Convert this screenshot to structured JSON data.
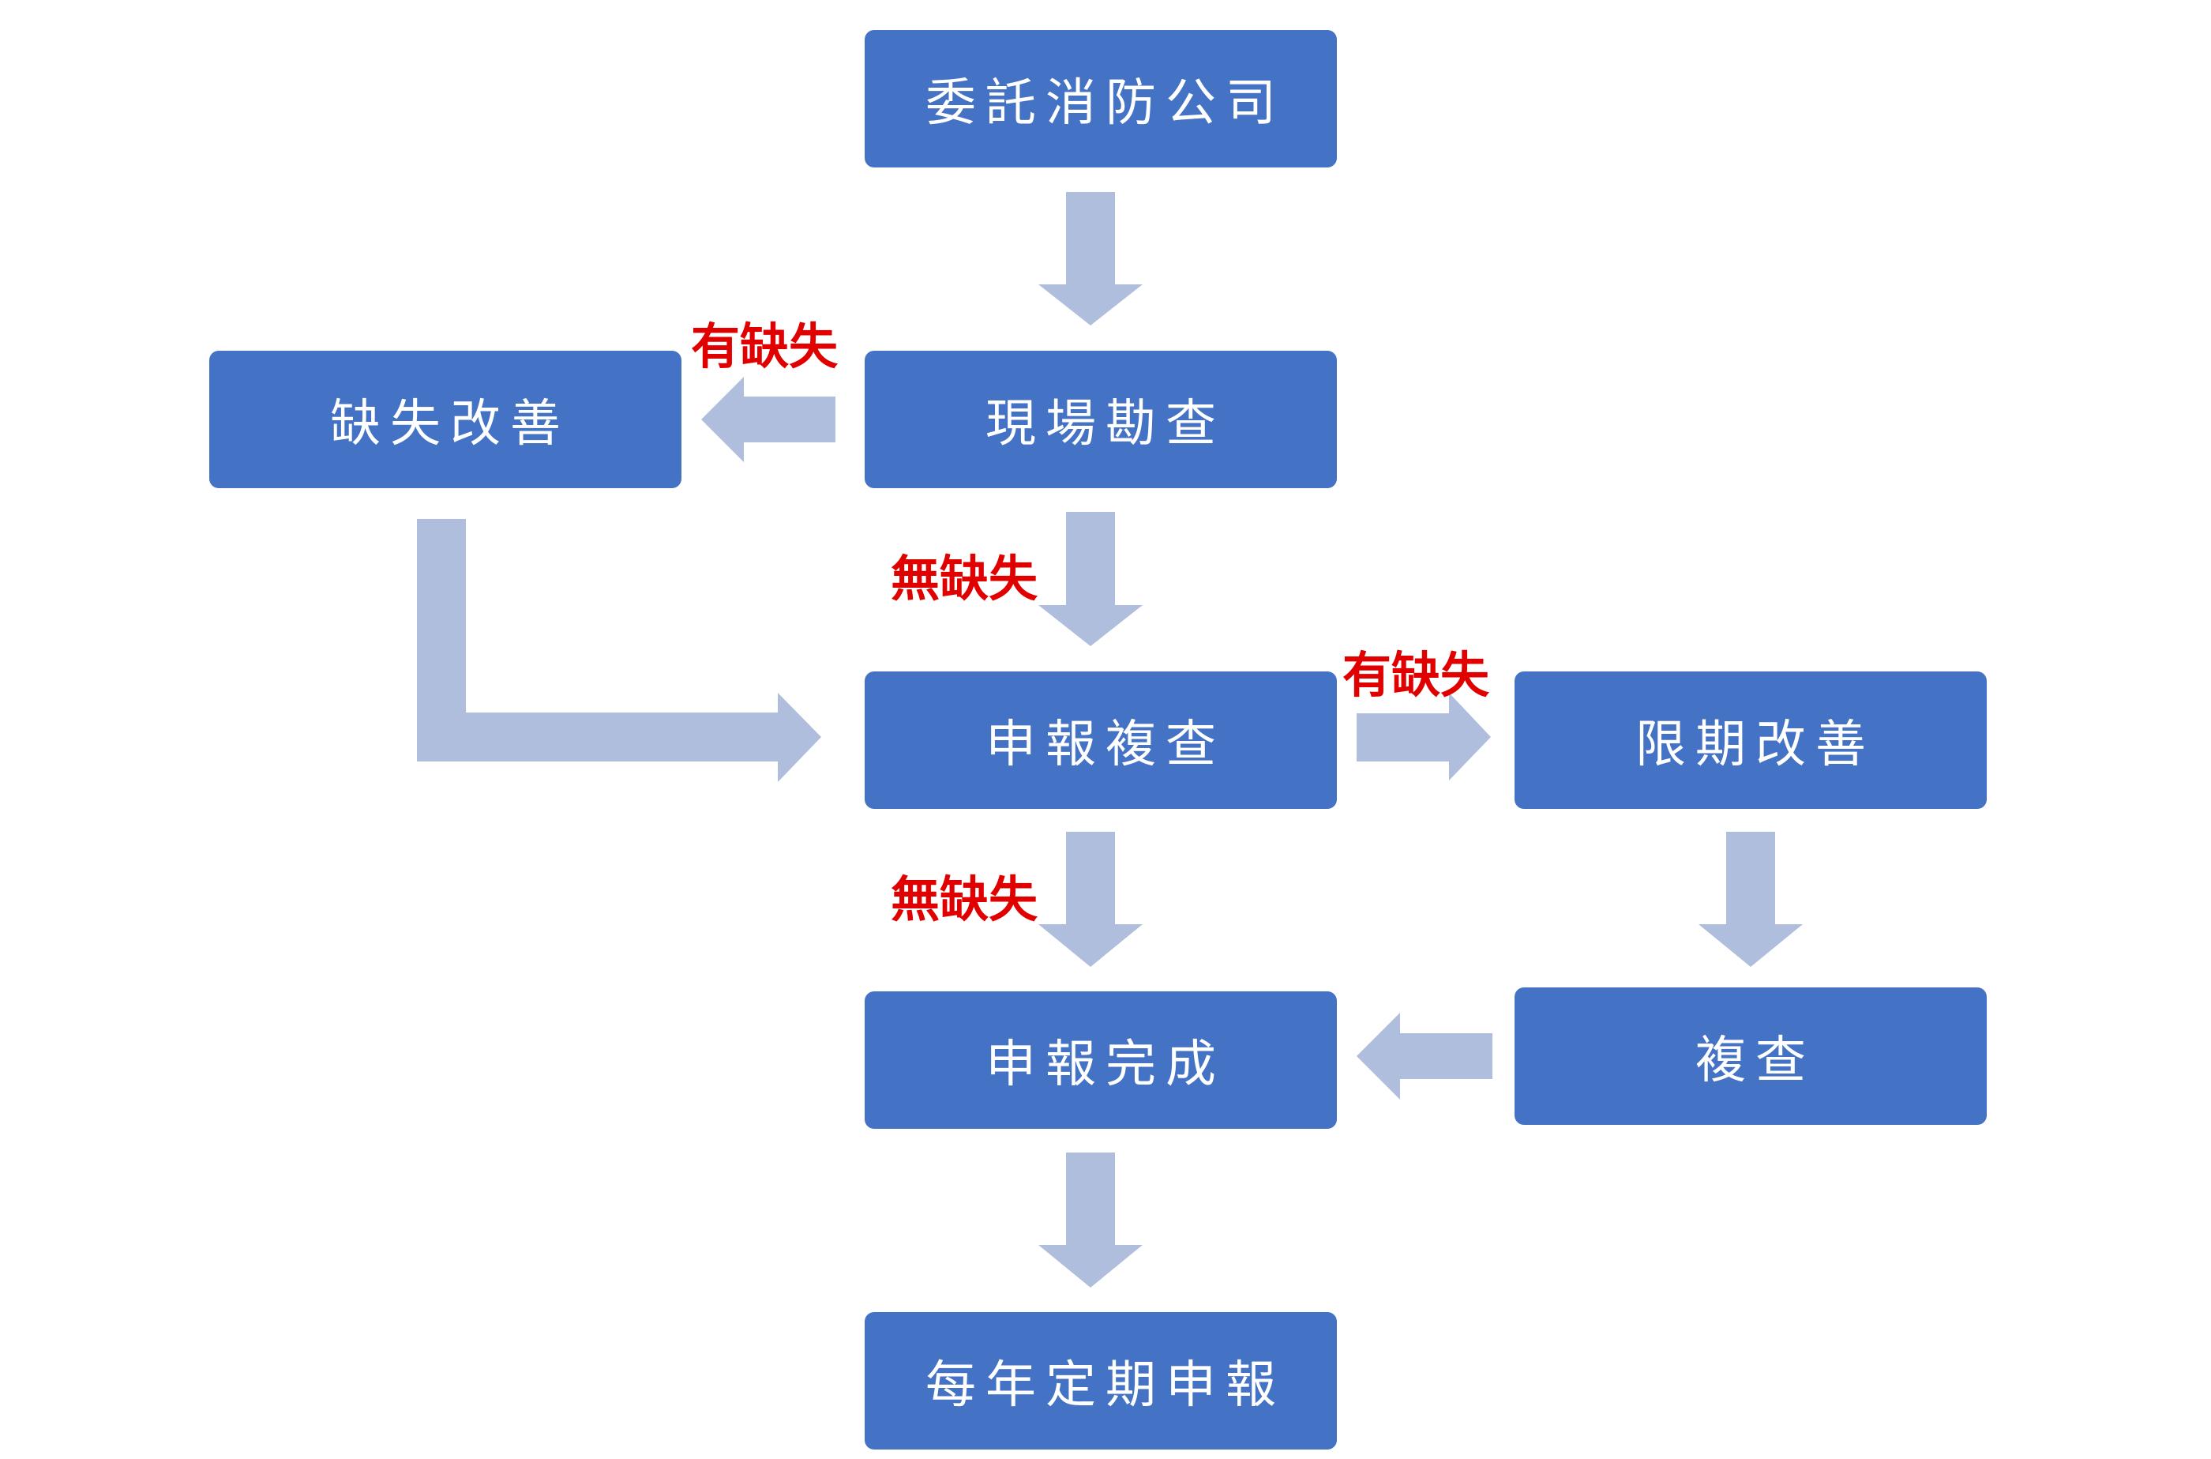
{
  "colors": {
    "node_fill": "#4472C4",
    "node_text": "#FFFFFF",
    "arrow": "#B0BEDE",
    "label": "#E00000"
  },
  "nodes": {
    "commission": "委託消防公司",
    "site_survey": "現場勘查",
    "deficiency_fix": "缺失改善",
    "report_review": "申報複查",
    "deadline_fix": "限期改善",
    "recheck": "複查",
    "report_done": "申報完成",
    "annual_report": "每年定期申報"
  },
  "labels": {
    "survey_has_defect": "有缺失",
    "survey_no_defect": "無缺失",
    "review_has_defect": "有缺失",
    "review_no_defect": "無缺失"
  }
}
